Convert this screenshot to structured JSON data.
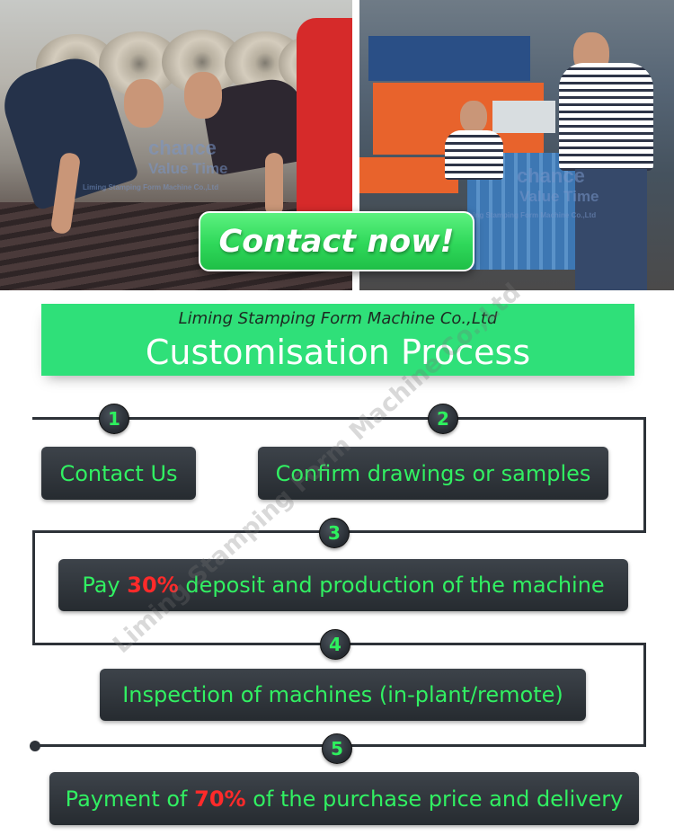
{
  "hero": {
    "watermark_left": {
      "line1": "chance",
      "line2": "Value Time",
      "line3": "Liming Stamping Form Machine Co.,Ltd"
    },
    "watermark_right": {
      "line1": "chance",
      "line2": "Value Time",
      "line3": "Liming Stamping Form Machine Co.,Ltd"
    },
    "cta_label": "Contact now!"
  },
  "banner": {
    "company": "Liming Stamping Form Machine Co.,Ltd",
    "title": "Customisation Process"
  },
  "watermark_text": "Liming Stamping Form Machine Co.,Ltd",
  "steps": [
    {
      "number": "1",
      "before": "Contact Us",
      "highlight": "",
      "after": ""
    },
    {
      "number": "2",
      "before": "Confirm drawings or samples",
      "highlight": "",
      "after": ""
    },
    {
      "number": "3",
      "before": "Pay ",
      "highlight": "30%",
      "after": " deposit and production of the machine"
    },
    {
      "number": "4",
      "before": "Inspection of machines (in-plant/remote)",
      "highlight": "",
      "after": ""
    },
    {
      "number": "5",
      "before": "Payment of ",
      "highlight": "70%",
      "after": " of the purchase price and delivery"
    }
  ],
  "colors": {
    "accent_green": "#2fe079",
    "step_text": "#31f062",
    "highlight_red": "#ff2a2a",
    "step_bg": "#2d3238"
  }
}
